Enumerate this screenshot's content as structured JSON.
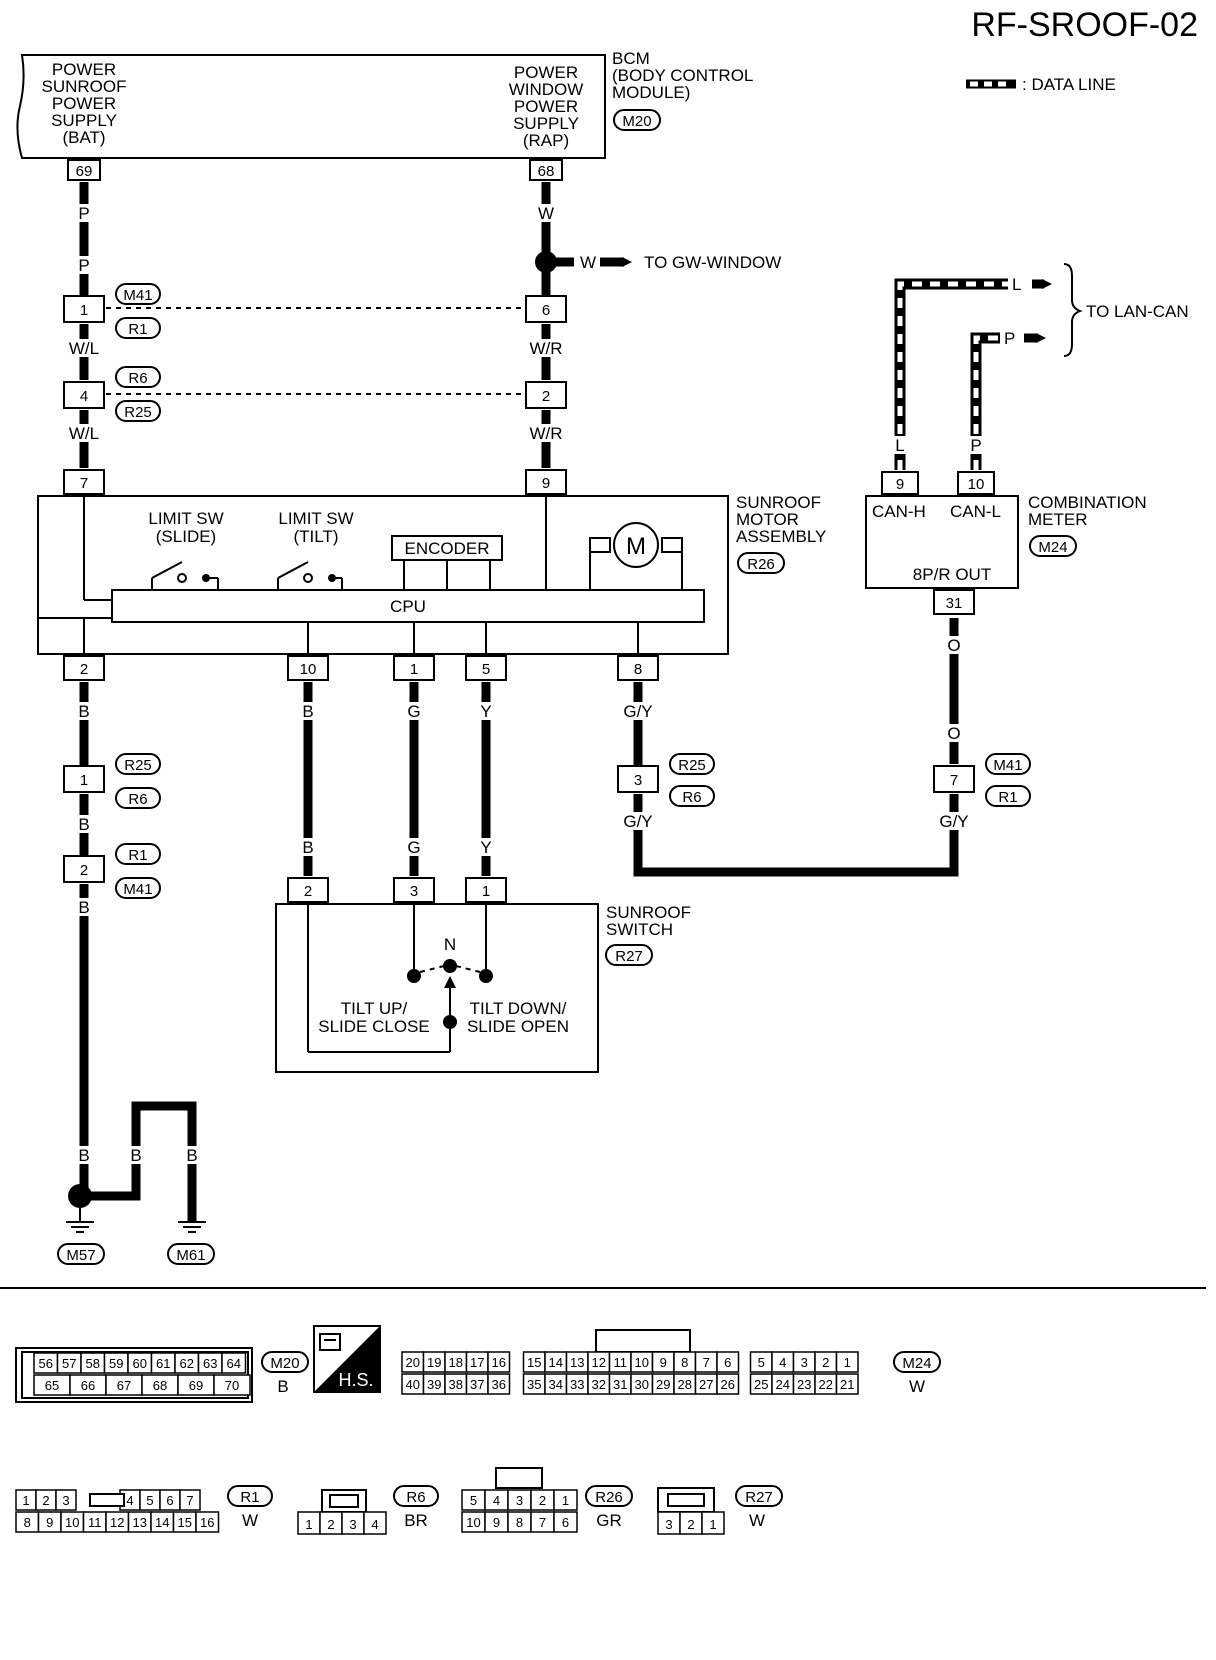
{
  "diagram_id": "RF-SROOF-02",
  "legend": {
    "data_line": ": DATA LINE"
  },
  "bcm": {
    "name": "BCM",
    "full_name_1": "(BODY CONTROL",
    "full_name_2": "MODULE)",
    "code": "M20",
    "left_block": [
      "POWER",
      "SUNROOF",
      "POWER",
      "SUPPLY",
      "(BAT)"
    ],
    "right_block": [
      "POWER",
      "WINDOW",
      "POWER",
      "SUPPLY",
      "(RAP)"
    ],
    "pin_left": "69",
    "pin_right": "68"
  },
  "wires": {
    "p": "P",
    "w": "W",
    "wl": "W/L",
    "wr": "W/R",
    "l": "L",
    "b": "B",
    "g": "G",
    "y": "Y",
    "gy": "G/Y",
    "o": "O"
  },
  "to_gw_window": "TO GW-WINDOW",
  "to_lan_can": "TO LAN-CAN",
  "connectors": {
    "m41": "M41",
    "r1": "R1",
    "r6": "R6",
    "r25": "R25",
    "r26": "R26",
    "r27": "R27",
    "m24": "M24",
    "m57": "M57",
    "m61": "M61",
    "m20": "M20"
  },
  "pins": {
    "c1": "1",
    "c6": "6",
    "c4": "4",
    "c2": "2",
    "c7": "7",
    "c9": "9",
    "m_2": "2",
    "m_10": "10",
    "m_1": "1",
    "m_5": "5",
    "m_8": "8",
    "j_1": "1",
    "j_2": "2",
    "j_3": "3",
    "j_7": "7",
    "s_2": "2",
    "s_3": "3",
    "s_1": "1",
    "cm_9": "9",
    "cm_10": "10",
    "cm_31": "31"
  },
  "motor": {
    "title": [
      "SUNROOF",
      "MOTOR",
      "ASSEMBLY"
    ],
    "limit_slide": [
      "LIMIT SW",
      "(SLIDE)"
    ],
    "limit_tilt": [
      "LIMIT SW",
      "(TILT)"
    ],
    "encoder": "ENCODER",
    "motor_symbol": "M",
    "cpu": "CPU"
  },
  "meter": {
    "title": [
      "COMBINATION",
      "METER"
    ],
    "can_h": "CAN-H",
    "can_l": "CAN-L",
    "out": "8P/R OUT"
  },
  "switch": {
    "title": [
      "SUNROOF",
      "SWITCH"
    ],
    "neutral": "N",
    "left_label": [
      "TILT UP/",
      "SLIDE CLOSE"
    ],
    "right_label": [
      "TILT DOWN/",
      "SLIDE OPEN"
    ]
  },
  "connector_views": {
    "m20": {
      "row1": [
        "56",
        "57",
        "58",
        "59",
        "60",
        "61",
        "62",
        "63",
        "64"
      ],
      "row2": [
        "65",
        "66",
        "67",
        "68",
        "69",
        "70"
      ],
      "color": "B"
    },
    "hs": "H.S.",
    "m24": {
      "row1": [
        "20",
        "19",
        "18",
        "17",
        "16",
        "15",
        "14",
        "13",
        "12",
        "11",
        "10",
        "9",
        "8",
        "7",
        "6",
        "5",
        "4",
        "3",
        "2",
        "1"
      ],
      "row2": [
        "40",
        "39",
        "38",
        "37",
        "36",
        "35",
        "34",
        "33",
        "32",
        "31",
        "30",
        "29",
        "28",
        "27",
        "26",
        "25",
        "24",
        "23",
        "22",
        "21"
      ],
      "color": "W"
    },
    "r1": {
      "row1": [
        "1",
        "2",
        "3",
        "4",
        "5",
        "6",
        "7"
      ],
      "row2": [
        "8",
        "9",
        "10",
        "11",
        "12",
        "13",
        "14",
        "15",
        "16"
      ],
      "color": "W"
    },
    "r6": {
      "row": [
        "1",
        "2",
        "3",
        "4"
      ],
      "color": "BR"
    },
    "r26": {
      "row1": [
        "5",
        "4",
        "3",
        "2",
        "1"
      ],
      "row2": [
        "10",
        "9",
        "8",
        "7",
        "6"
      ],
      "color": "GR"
    },
    "r27": {
      "row": [
        "3",
        "2",
        "1"
      ],
      "color": "W"
    }
  }
}
